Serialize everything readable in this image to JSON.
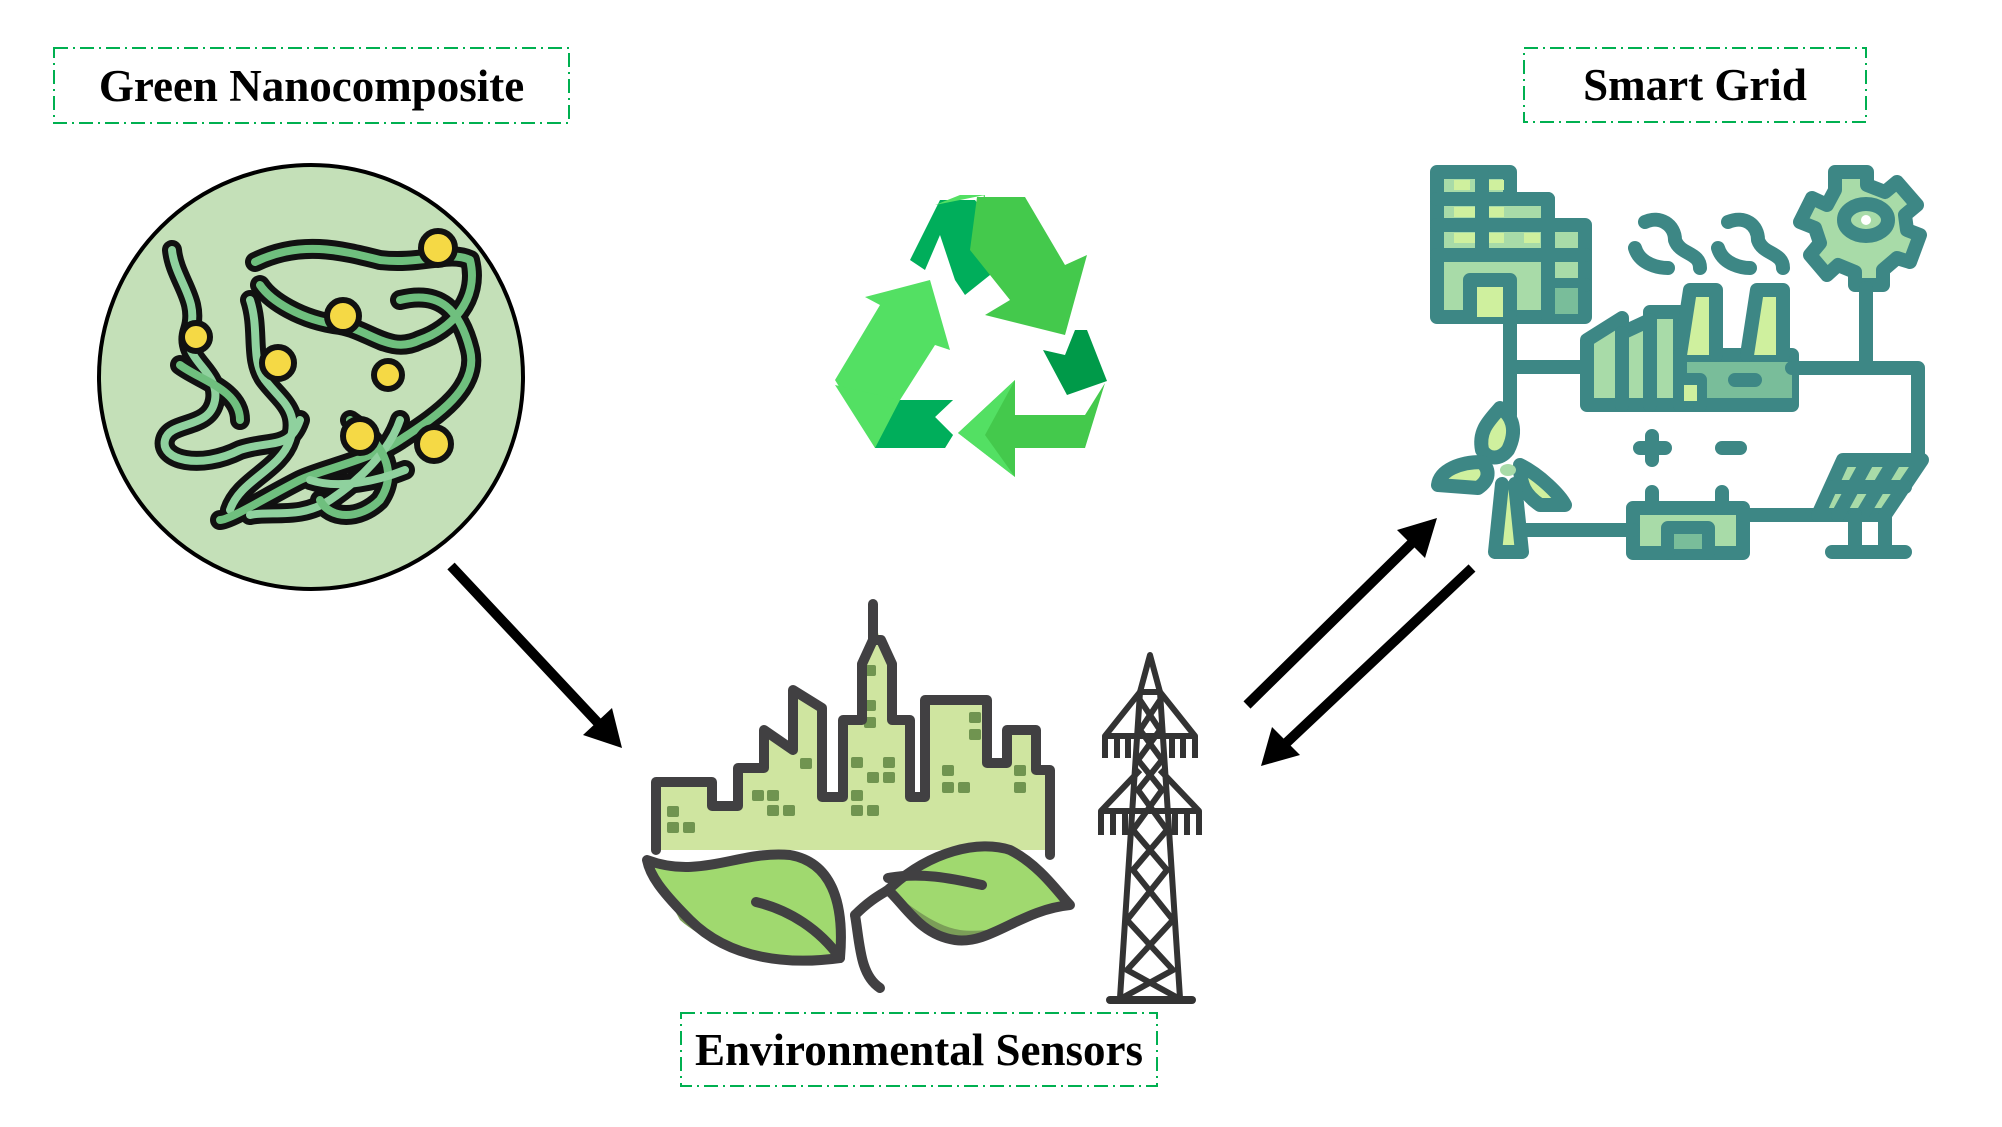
{
  "diagram": {
    "nodes": [
      {
        "id": "nano",
        "label": "Green Nanocomposite",
        "icon": "nanocomposite-fibers-icon"
      },
      {
        "id": "grid",
        "label": "Smart Grid",
        "icon": "smart-grid-icon"
      },
      {
        "id": "env",
        "label": "Environmental Sensors",
        "icon": "green-city-leaves-icon"
      }
    ],
    "center_icon": "recycle-icon",
    "extra_icons": [
      "power-tower-icon"
    ],
    "edges": [
      {
        "from": "nano",
        "to": "env",
        "direction": "one-way"
      },
      {
        "from": "env",
        "to": "grid",
        "direction": "one-way"
      },
      {
        "from": "grid",
        "to": "env",
        "direction": "one-way"
      }
    ]
  },
  "colors": {
    "label_border": "#00b050",
    "arrow": "#000000",
    "recycle": [
      "#00ae5b",
      "#53e063",
      "#44c94c",
      "#009a49"
    ],
    "grid_stroke": "#3d8785",
    "grid_fills": [
      "#a8dba8",
      "#79bd9a",
      "#cff09e"
    ],
    "city_stroke": "#414042",
    "city_fill": "#cfe5a0",
    "city_windows": "#709450",
    "leaf_light": "#a0d96f",
    "leaf_dark": "#7b9e58",
    "nano_bg": "#c4e0b8",
    "fiber_light": "#8fd19e",
    "fiber_mid": "#6fbf7e",
    "particle": "#f5d945"
  }
}
